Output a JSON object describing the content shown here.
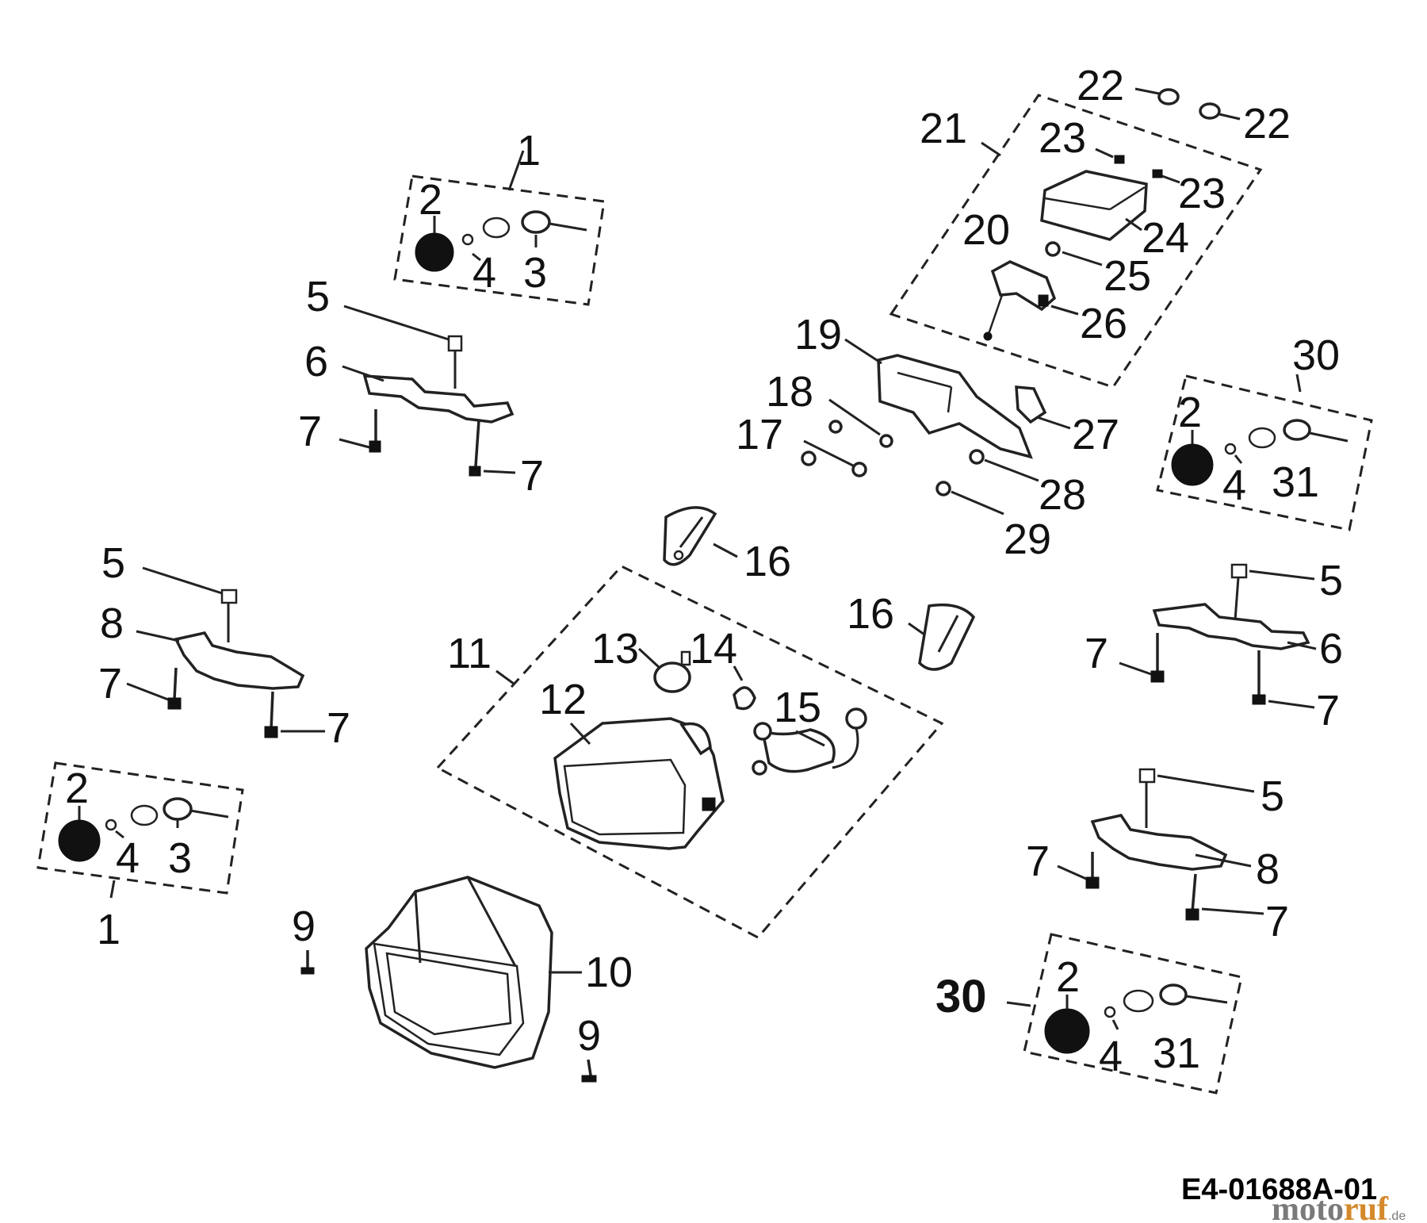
{
  "diagram": {
    "reference_code": "E4-01688A-01",
    "watermark": {
      "part_a": "moto",
      "part_b": "ruf",
      "suffix": ".de"
    },
    "labels": {
      "l1a": "1",
      "l1b": "1",
      "l2a": "2",
      "l2b": "2",
      "l2c": "2",
      "l2d": "2",
      "l3a": "3",
      "l3b": "3",
      "l4a": "4",
      "l4b": "4",
      "l4c": "4",
      "l4d": "4",
      "l5a": "5",
      "l5b": "5",
      "l5c": "5",
      "l5d": "5",
      "l6a": "6",
      "l6b": "6",
      "l7a": "7",
      "l7b": "7",
      "l7c": "7",
      "l7d": "7",
      "l7e": "7",
      "l7f": "7",
      "l7g": "7",
      "l7h": "7",
      "l8a": "8",
      "l8b": "8",
      "l9a": "9",
      "l9b": "9",
      "l10": "10",
      "l11": "11",
      "l12": "12",
      "l13": "13",
      "l14": "14",
      "l15": "15",
      "l16a": "16",
      "l16b": "16",
      "l17": "17",
      "l18": "18",
      "l19": "19",
      "l20": "20",
      "l21": "21",
      "l22a": "22",
      "l22b": "22",
      "l23a": "23",
      "l23b": "23",
      "l24": "24",
      "l25": "25",
      "l26": "26",
      "l27": "27",
      "l28": "28",
      "l29": "29",
      "l30a": "30",
      "l30b": "30",
      "l31a": "31",
      "l31b": "31"
    }
  }
}
